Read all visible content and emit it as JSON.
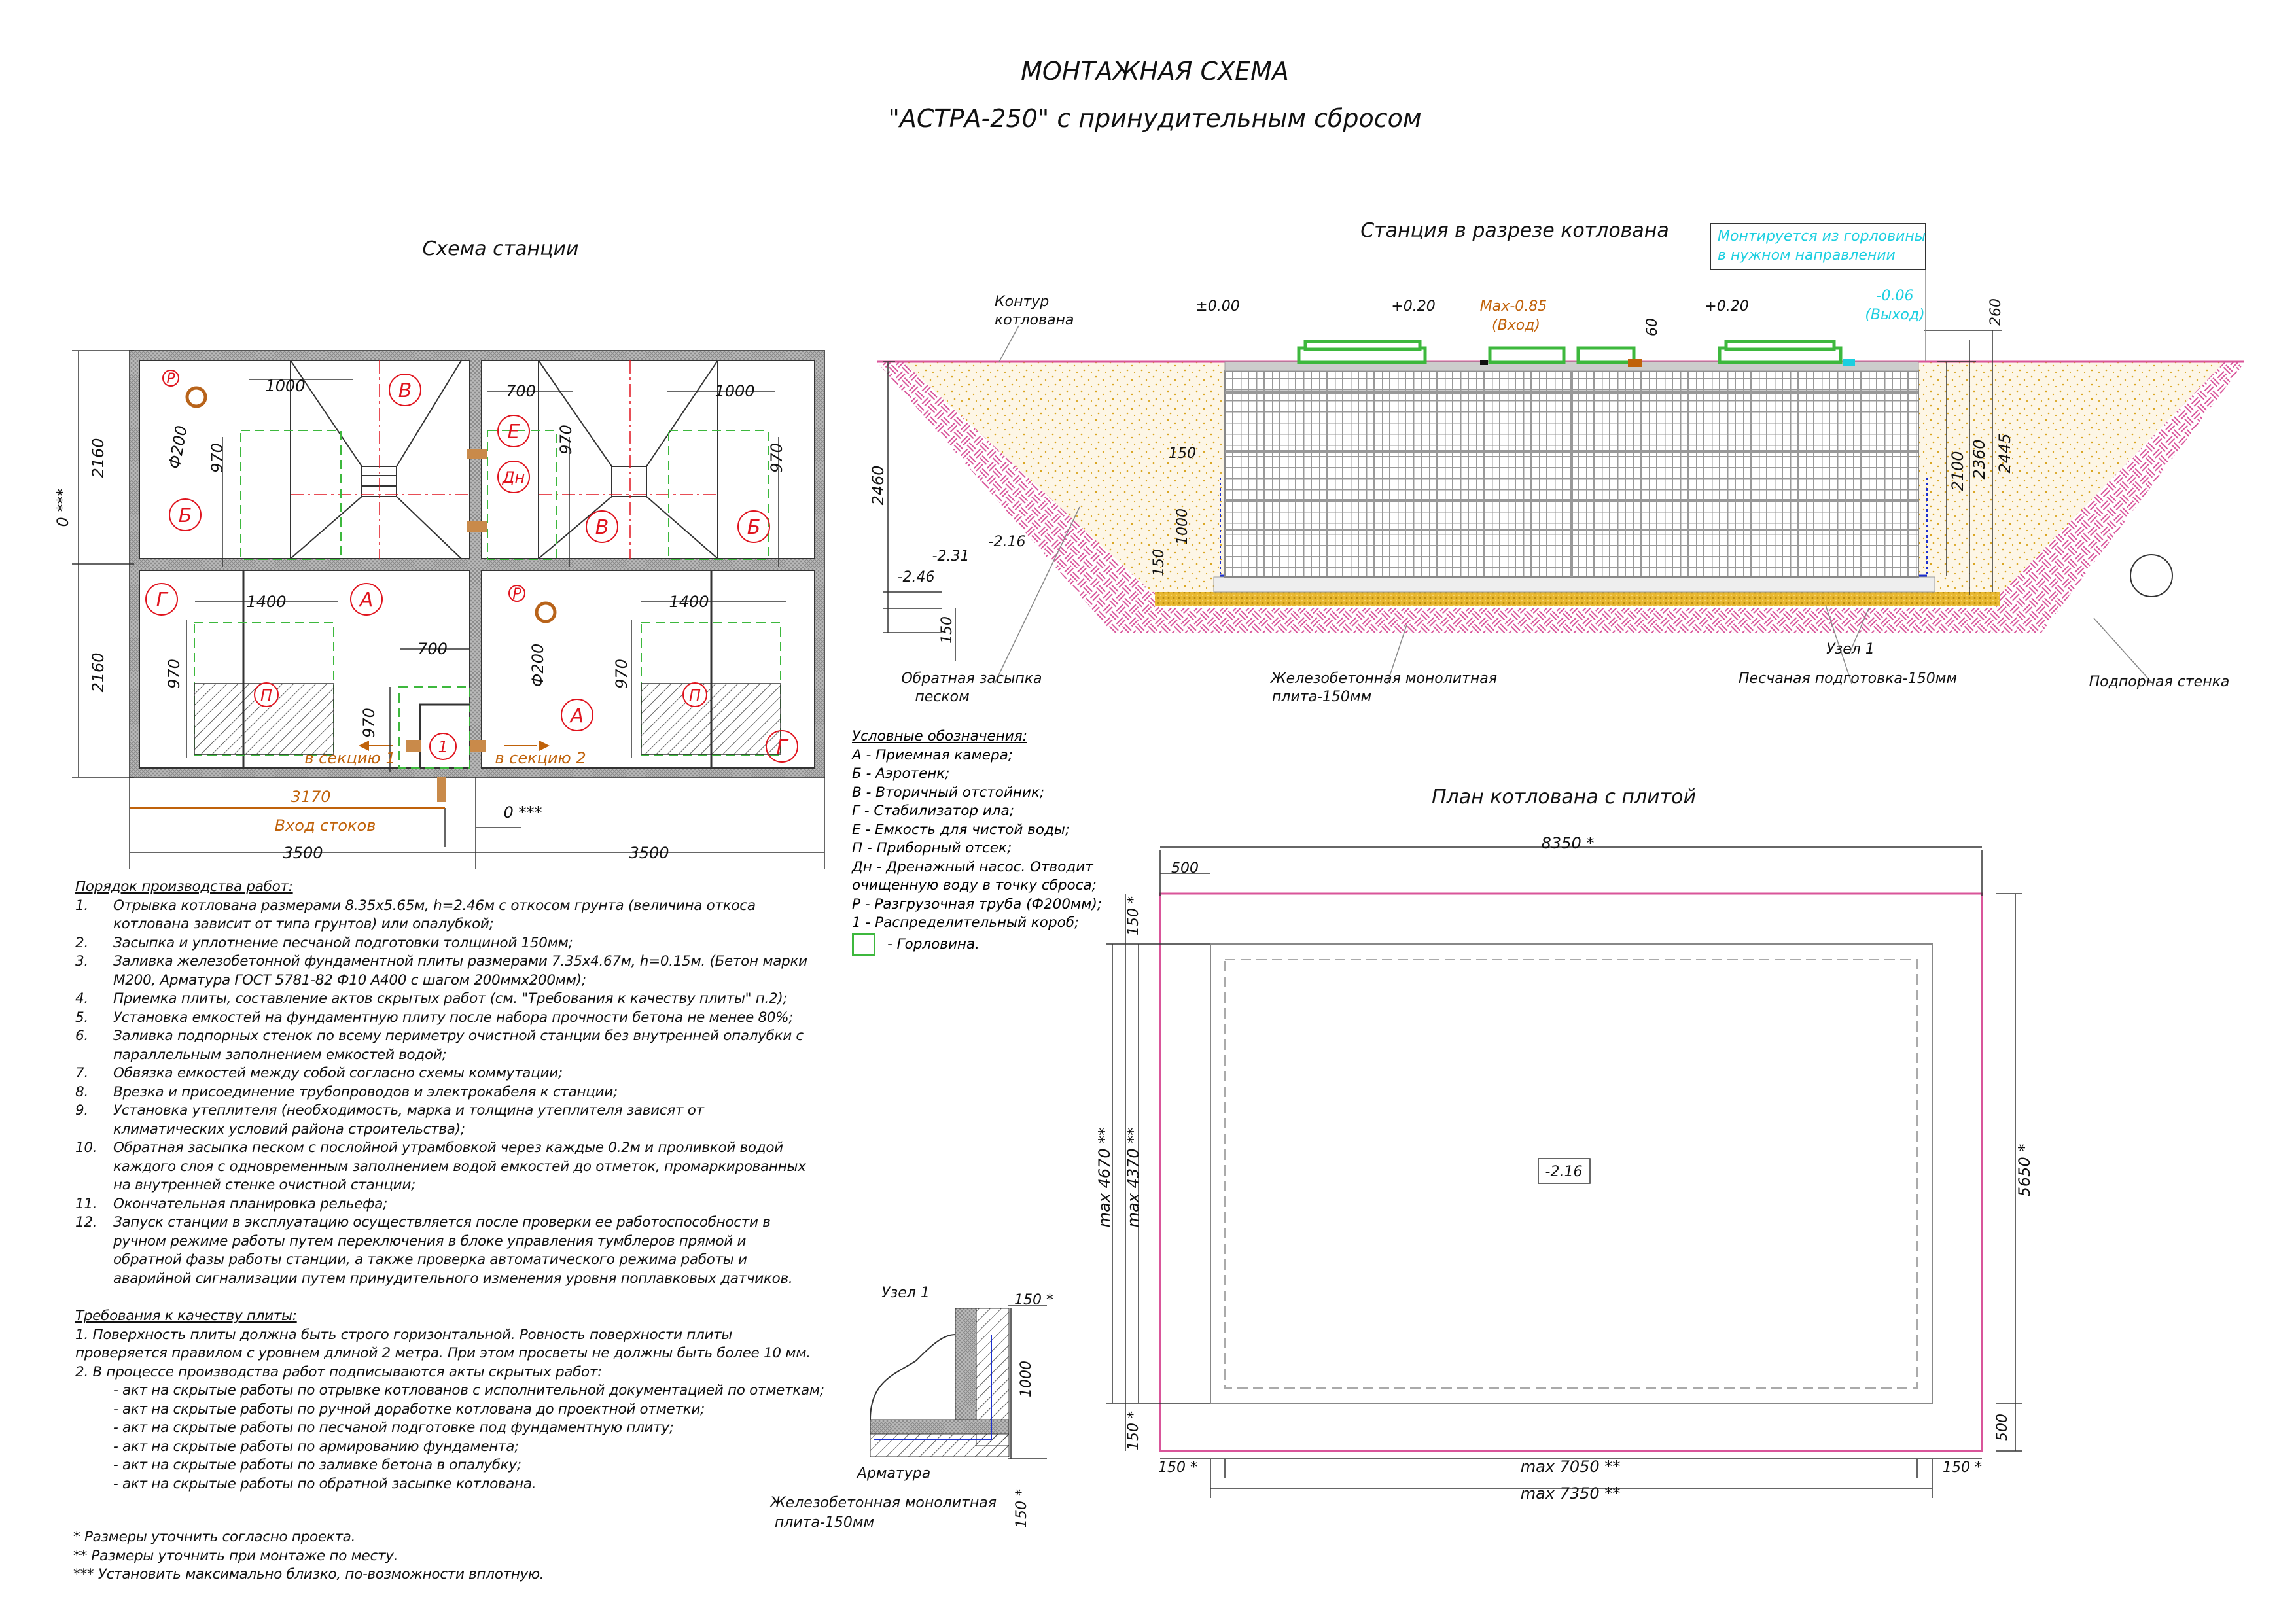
{
  "title": {
    "line1": "МОНТАЖНАЯ СХЕМА",
    "line2": "\"АСТРА-250\" с принудительным сбросом"
  },
  "scheme": {
    "title": "Схема станции",
    "dims": {
      "h1": "2160",
      "h2": "2160",
      "zero_left": "0 ***",
      "w3170": "3170",
      "inlet": "Вход стоков",
      "w1": "3500",
      "w2": "3500",
      "zero_bottom": "0 ***"
    },
    "top_left": {
      "p": "Р",
      "phi": "Ф200",
      "w": "1000",
      "h": "970",
      "b_upper": "В",
      "b_lower": "Б"
    },
    "middle": {
      "e": "Е",
      "dn": "Дн"
    },
    "top_right": {
      "w700": "700",
      "h970a": "970",
      "v": "В",
      "w": "1000",
      "h": "970",
      "b": "Б"
    },
    "bottom_left": {
      "g": "Г",
      "w": "1400",
      "a": "А",
      "h": "970",
      "p": "П",
      "w700": "700",
      "h970b": "970",
      "box": "1",
      "to1": "в секцию 1",
      "to2": "в секцию 2"
    },
    "bottom_right": {
      "p": "Р",
      "phi": "Ф200",
      "w": "1400",
      "h": "970",
      "pp": "П",
      "a": "А",
      "g": "Г"
    }
  },
  "section": {
    "title": "Станция в разрезе котлована",
    "note": [
      "Монтируется из горловины",
      "в нужном направлении"
    ],
    "contour": [
      "Контур",
      "котлована"
    ],
    "lvl_000": "±0.00",
    "lvl_020a": "+0.20",
    "lvl_max": "Max-0.85",
    "lvl_in": "(Вход)",
    "d60": "60",
    "lvl_020b": "+0.20",
    "lvl_out": "-0.06",
    "lvl_out_lbl": "(Выход)",
    "d260": "260",
    "d2460": "2460",
    "d150a": "150",
    "d1000": "1000",
    "d150b": "150",
    "l216": "-2.16",
    "l231": "-2.31",
    "l246": "-2.46",
    "d150c": "150",
    "d2100": "2100",
    "d2360": "2360",
    "d2445": "2445",
    "backfill": [
      "Обратная засыпка",
      "песком"
    ],
    "slab": [
      "Железобетонная монолитная",
      "плита-150мм"
    ],
    "sand": "Песчаная подготовка-150мм",
    "node": "Узел 1",
    "wall": "Подпорная стенка"
  },
  "legend": {
    "title": "Условные обозначения:",
    "items": [
      "А - Приемная камера;",
      "Б - Аэротенк;",
      "В - Вторичный отстойник;",
      "Г - Стабилизатор ила;",
      "Е - Емкость для чистой воды;",
      "П - Приборный отсек;",
      "Дн - Дренажный насос. Отводит",
      "очищенную воду в точку сброса;",
      "Р - Разгрузочная труба (Ф200мм);",
      "1 - Распределительный короб;"
    ],
    "manhole": "- Горловина."
  },
  "plan": {
    "title": "План котлована с плитой",
    "w8350": "8350 *",
    "d500a": "500",
    "d150a": "150 *",
    "h4670": "max 4670 **",
    "h4370": "max 4370 **",
    "h5650": "5650 *",
    "d500b": "500",
    "d150b": "150 *",
    "d150c": "150 *",
    "w7050": "max 7050 **",
    "d150d": "150 *",
    "w7350": "max 7350 **",
    "level": "-2.16"
  },
  "node1": {
    "title": "Узел 1",
    "d150a": "150 *",
    "d1000": "1000",
    "rebar": "Арматура",
    "slab": [
      "Железобетонная монолитная",
      "плита-150мм"
    ],
    "d150b": "150 *"
  },
  "works": {
    "title": "Порядок производства работ:",
    "items": [
      {
        "n": "1.",
        "lines": [
          "Отрывка котлована размерами 8.35х5.65м, h=2.46м с откосом грунта (величина откоса",
          "котлована зависит от типа грунтов) или опалубкой;"
        ]
      },
      {
        "n": "2.",
        "lines": [
          "Засыпка и уплотнение песчаной подготовки толщиной 150мм;"
        ]
      },
      {
        "n": "3.",
        "lines": [
          "Заливка железобетонной фундаментной плиты размерами 7.35х4.67м, h=0.15м. (Бетон марки",
          "М200, Арматура ГОСТ 5781-82 Ф10 А400 с шагом 200ммх200мм);"
        ]
      },
      {
        "n": "4.",
        "lines": [
          "Приемка плиты, составление актов скрытых работ (см. \"Требования к качеству плиты\" п.2);"
        ]
      },
      {
        "n": "5.",
        "lines": [
          "Установка емкостей на фундаментную плиту после набора прочности бетона не менее 80%;"
        ]
      },
      {
        "n": "6.",
        "lines": [
          "Заливка подпорных стенок по всему периметру очистной станции без внутренней опалубки с",
          "параллельным заполнением емкостей водой;"
        ]
      },
      {
        "n": "7.",
        "lines": [
          "Обвязка емкостей между собой согласно схемы коммутации;"
        ]
      },
      {
        "n": "8.",
        "lines": [
          "Врезка и присоединение трубопроводов и электрокабеля к станции;"
        ]
      },
      {
        "n": "9.",
        "lines": [
          "Установка утеплителя (необходимость, марка и толщина утеплителя зависят от",
          "климатических условий района строительства);"
        ]
      },
      {
        "n": "10.",
        "lines": [
          "Обратная засыпка песком с послойной утрамбовкой через каждые 0.2м и проливкой водой",
          "каждого слоя с одновременным заполнением водой емкостей до отметок, промаркированных",
          "на внутренней стенке очистной станции;"
        ]
      },
      {
        "n": "11.",
        "lines": [
          "Окончательная планировка рельефа;"
        ]
      },
      {
        "n": "12.",
        "lines": [
          "Запуск станции в эксплуатацию осуществляется после проверки ее работоспособности в",
          "ручном режиме работы путем переключения в блоке управления тумблеров прямой и",
          "обратной фазы работы станции, а также проверка автоматического режима работы и",
          "аварийной сигнализации путем принудительного изменения уровня поплавковых датчиков."
        ]
      }
    ]
  },
  "quality": {
    "title": "Требования к качеству плиты:",
    "p1": [
      "1.    Поверхность плиты должна быть строго горизонтальной. Ровность поверхности плиты",
      "проверяется правилом с уровнем длиной 2 метра. При этом просветы не должны быть     более 10 мм."
    ],
    "p2": "2.    В процессе производства работ подписываются акты скрытых работ:",
    "acts": [
      "- акт на скрытые работы по отрывке котлованов с исполнительной документацией по отметкам;",
      "- акт на скрытые работы по ручной доработке котлована до проектной отметки;",
      "- акт на скрытые работы по песчаной подготовке под фундаментную плиту;",
      "- акт на скрытые работы по армированию фундамента;",
      "- акт на скрытые работы по заливке бетона в опалубку;",
      "- акт на скрытые работы по обратной засыпке котлована."
    ]
  },
  "footnotes": [
    "* Размеры уточнить согласно проекта.",
    "** Размеры уточнить при монтаже по месту.",
    "*** Установить максимально близко, по-возможности вплотную."
  ],
  "colors": {
    "red": "#e0141e",
    "green": "#3db83d",
    "magenta": "#d9559a",
    "orange": "#c0620a",
    "cyan": "#1ccfe0",
    "sand": "#e8b830"
  }
}
